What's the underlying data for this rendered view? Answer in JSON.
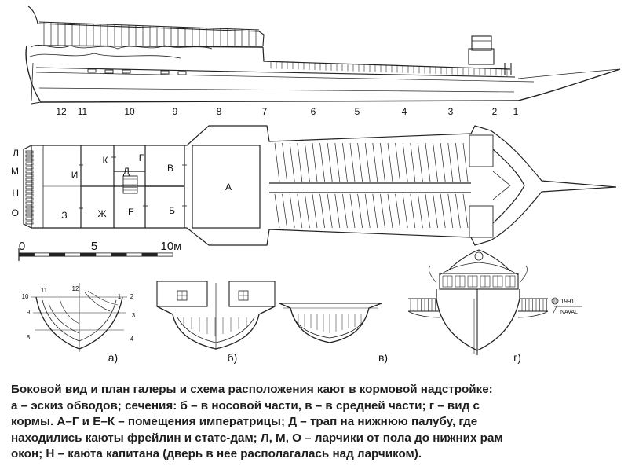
{
  "side_view": {
    "station_numbers": [
      "12",
      "11",
      "10",
      "9",
      "8",
      "7",
      "6",
      "5",
      "4",
      "3",
      "2",
      "1"
    ]
  },
  "plan": {
    "left_letters": [
      "Л",
      "М",
      "Н",
      "О"
    ],
    "cabin_letters": {
      "i": "И",
      "k": "К",
      "d": "Д",
      "g": "Г",
      "v": "В",
      "z": "З",
      "zh": "Ж",
      "e": "Е",
      "b": "Б",
      "a": "А"
    }
  },
  "scale": {
    "labels": [
      "0",
      "5",
      "10м"
    ]
  },
  "section_a": {
    "numbers": [
      "10",
      "11",
      "12",
      "1",
      "2",
      "9",
      "3",
      "8",
      "4"
    ]
  },
  "figure_labels": [
    "а)",
    "б)",
    "в)",
    "г)"
  ],
  "stamp": {
    "year": "1991",
    "brand": "NAVAL"
  },
  "caption_lines": [
    "Боковой вид и план галеры и схема расположения кают в кормовой надстройке:",
    "а – эскиз обводов; сечения: б – в носовой части, в – в средней части; г – вид с",
    "кормы. А–Г и Е–К – помещения императрицы; Д – трап на нижнюю палубу, где",
    "находились каюты фрейлин и статс-дам; Л, М, О – ларчики от пола до нижних рам",
    "окон; Н – каюта капитана (дверь в нее располагалась над ларчиком)."
  ]
}
